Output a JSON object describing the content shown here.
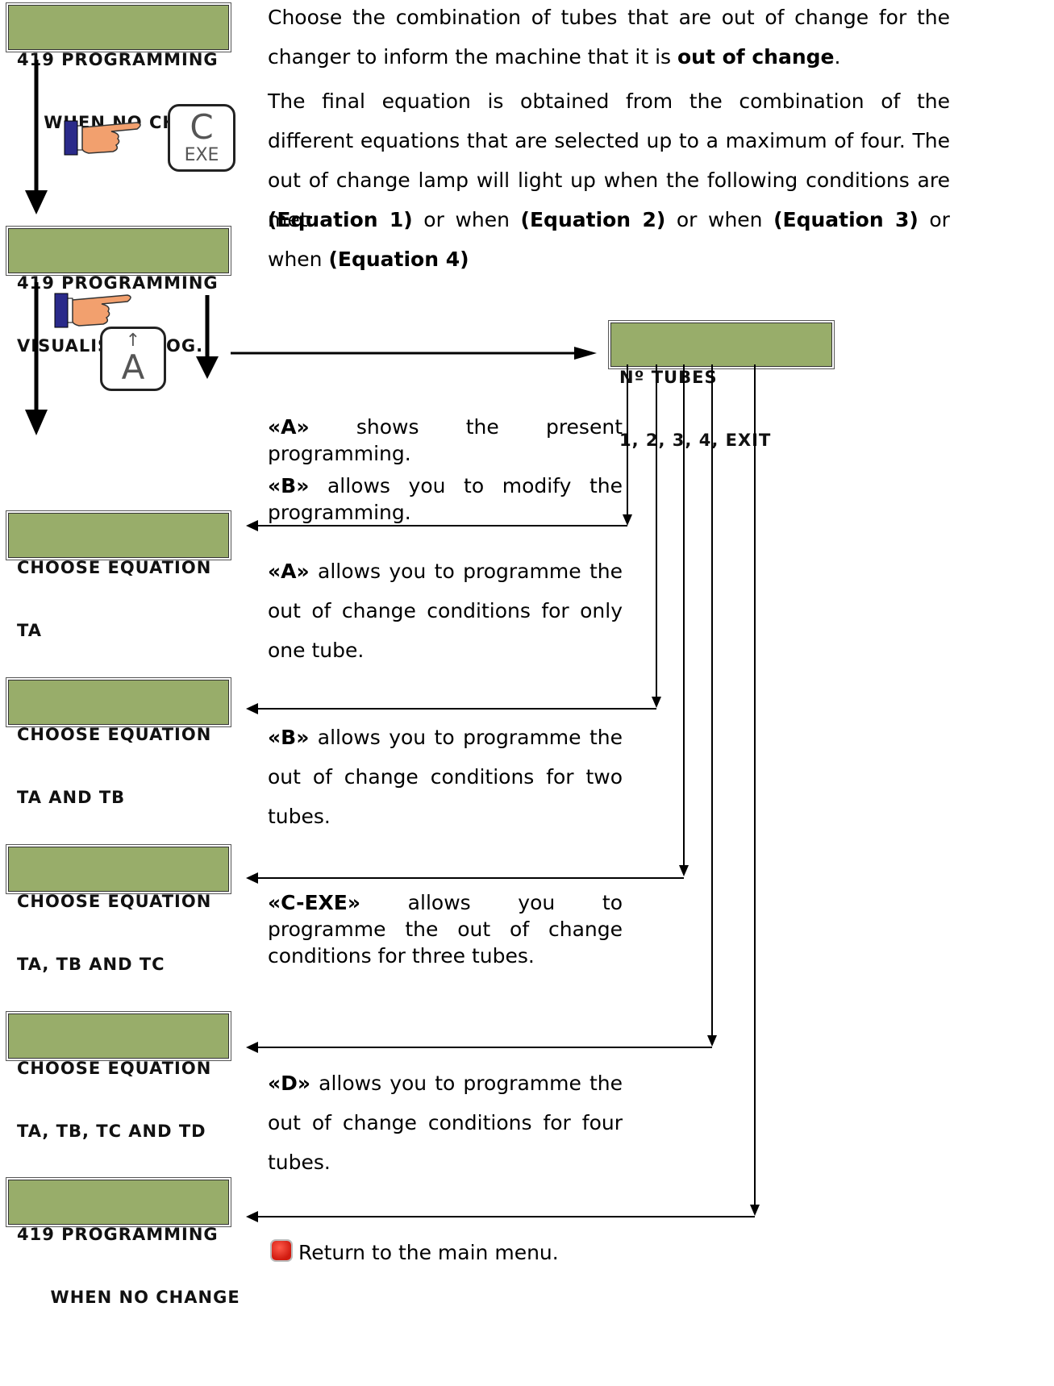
{
  "lcd": {
    "top_start": [
      "419 PROGRAMMING",
      "    WHEN NO CHANGE"
    ],
    "visualis": [
      "419 PROGRAMMING",
      "VISUALIS. - PROG."
    ],
    "tubes": [
      "Nº TUBES",
      "1, 2, 3, 4, EXIT"
    ],
    "eq_ta": [
      "CHOOSE EQUATION",
      "TA"
    ],
    "eq_tatb": [
      "CHOOSE EQUATION",
      "TA AND TB"
    ],
    "eq_tatbtc": [
      "CHOOSE EQUATION",
      "TA, TB AND TC"
    ],
    "eq_all": [
      "CHOOSE EQUATION",
      "TA, TB, TC AND TD"
    ],
    "bottom_end": [
      "419 PROGRAMMING",
      "     WHEN NO CHANGE"
    ]
  },
  "keys": {
    "c_exe": {
      "big": "C",
      "small": "EXE"
    },
    "a": {
      "arrow": "↑",
      "big": "A"
    }
  },
  "text": {
    "intro1_a": "Choose the combination of tubes that are out of change for the changer to inform the machine that it is ",
    "intro1_b": "out of change",
    "intro1_c": ".",
    "intro2": "The final equation is obtained from the combination of the different equations that are selected up to a maximum of four. The out of change lamp will light up when the following conditions are met:",
    "eq1": "(Equation 1)",
    "or_when": " or when ",
    "eq2": "(Equation 2)",
    "eq3": "(Equation 3)",
    "or_nl": " or",
    "when": "when ",
    "eq4": "(Equation 4)",
    "a_label": "«A»",
    "a_text": " shows the present programming.",
    "b_label": "«B»",
    "b_text": " allows you to modify the programming.",
    "a2_label": "«A»",
    "a2_text": " allows you to programme the out of change conditions for only one tube.",
    "b2_label": "«B»",
    "b2_text": " allows you to programme the out of change conditions for two tubes.",
    "c_label": "«C-EXE»",
    "c_text": " allows you to programme the out of change conditions for three tubes.",
    "d_label": "«D»",
    "d_text": " allows you to programme the out of change conditions for four tubes.",
    "return": "Return to the main menu."
  }
}
